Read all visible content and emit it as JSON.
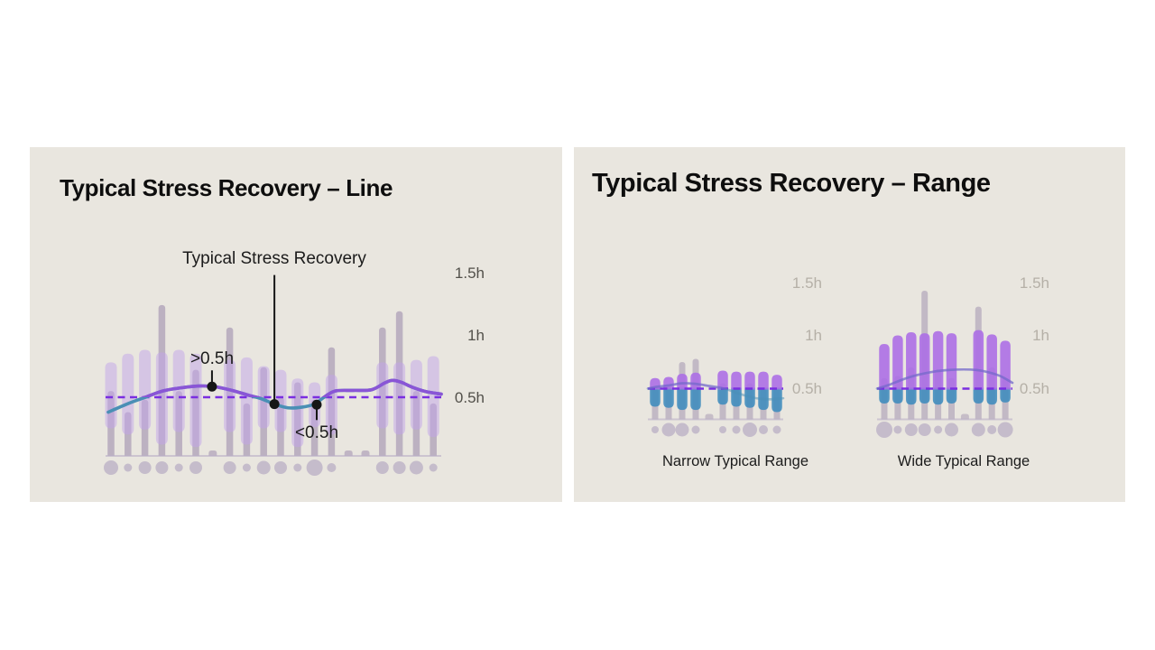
{
  "page": {
    "background": "#ffffff",
    "panel_background": "#e9e6df"
  },
  "panels": {
    "line": {
      "title": "Typical Stress Recovery – Line",
      "y_ticks": [
        "1.5h",
        "1h",
        "0.5h"
      ]
    },
    "range": {
      "title": "Typical Stress Recovery – Range",
      "narrow_caption": "Narrow Typical Range",
      "wide_caption": "Wide Typical Range",
      "y_ticks": [
        "1.5h",
        "1h",
        "0.5h"
      ]
    }
  },
  "colors": {
    "line_purple": "#8a55d6",
    "line_teal": "#4a8fb5",
    "threshold_dash": "#7a2ee0",
    "range_bar_light": "#c2a3ea",
    "daily_stem": "#8f7ba3",
    "bar_purple": "#ab6ce6",
    "bar_blue": "#3e8bbd",
    "stem_right": "#9b8cab",
    "dot": "#a291b8",
    "baseline": "#b9aec6",
    "annotation_black": "#161616"
  },
  "chart_data": [
    {
      "id": "line-chart",
      "type": "bar",
      "title": "Typical Stress Recovery – Line",
      "unit": "h",
      "y_ticks": [
        1.5,
        1.0,
        0.5
      ],
      "ylim": [
        0,
        1.6
      ],
      "threshold": 0.5,
      "threshold_label": "0.5h",
      "legend_position": "none",
      "grid": false,
      "bars": [
        {
          "range": [
            0.25,
            0.78
          ],
          "day": 0.55,
          "dot": 8
        },
        {
          "range": [
            0.2,
            0.85
          ],
          "day": 0.38,
          "dot": 4.5
        },
        {
          "range": [
            0.24,
            0.88
          ],
          "day": 0.48,
          "dot": 7
        },
        {
          "range": [
            0.12,
            0.86
          ],
          "day": 1.24,
          "dot": 7
        },
        {
          "range": [
            0.22,
            0.88
          ],
          "day": 0.55,
          "dot": 4.5
        },
        {
          "range": [
            0.1,
            0.85
          ],
          "day": 0.72,
          "dot": 7
        },
        {
          "range": null,
          "day": 0,
          "dot": 0
        },
        {
          "range": [
            0.22,
            0.8
          ],
          "day": 1.06,
          "dot": 7
        },
        {
          "range": [
            0.12,
            0.82
          ],
          "day": 0.45,
          "dot": 4.5
        },
        {
          "range": [
            0.25,
            0.75
          ],
          "day": 0.74,
          "dot": 7.5
        },
        {
          "range": [
            0.22,
            0.72
          ],
          "day": 0.5,
          "dot": 7
        },
        {
          "range": [
            0.1,
            0.65
          ],
          "day": 0.62,
          "dot": 4.5
        },
        {
          "range": [
            0.26,
            0.62
          ],
          "day": 0.48,
          "dot": 9
        },
        {
          "range": [
            0.2,
            0.68
          ],
          "day": 0.9,
          "dot": 5
        },
        {
          "range": null,
          "day": 0,
          "dot": 0
        },
        {
          "range": null,
          "day": 0,
          "dot": 0
        },
        {
          "range": [
            0.25,
            0.78
          ],
          "day": 1.06,
          "dot": 7
        },
        {
          "range": [
            0.2,
            0.78
          ],
          "day": 1.19,
          "dot": 7
        },
        {
          "range": [
            0.24,
            0.8
          ],
          "day": 0.55,
          "dot": 7.5
        },
        {
          "range": [
            0.18,
            0.83
          ],
          "day": 0.45,
          "dot": 4.5
        }
      ],
      "curve": [
        [
          0.008,
          0.38
        ],
        [
          0.068,
          0.45
        ],
        [
          0.119,
          0.5
        ],
        [
          0.17,
          0.55
        ],
        [
          0.224,
          0.575
        ],
        [
          0.278,
          0.59
        ],
        [
          0.324,
          0.585
        ],
        [
          0.376,
          0.555
        ],
        [
          0.427,
          0.515
        ],
        [
          0.462,
          0.49
        ],
        [
          0.503,
          0.445
        ],
        [
          0.543,
          0.415
        ],
        [
          0.584,
          0.42
        ],
        [
          0.622,
          0.445
        ],
        [
          0.651,
          0.5
        ],
        [
          0.684,
          0.55
        ],
        [
          0.738,
          0.555
        ],
        [
          0.792,
          0.56
        ],
        [
          0.832,
          0.615
        ],
        [
          0.854,
          0.635
        ],
        [
          0.881,
          0.62
        ],
        [
          0.914,
          0.58
        ],
        [
          0.954,
          0.545
        ],
        [
          1.0,
          0.525
        ]
      ],
      "annotations": [
        {
          "label": ">0.5h",
          "t": 0.317,
          "value": 0.585,
          "dir": "up",
          "stem": 18
        },
        {
          "label": "Typical Stress Recovery",
          "t": 0.503,
          "value": 0.445,
          "dir": "up",
          "stem": 143
        },
        {
          "label": "<0.5h",
          "t": 0.629,
          "value": 0.44,
          "dir": "down",
          "stem": 17
        }
      ]
    },
    {
      "id": "narrow-chart",
      "type": "bar",
      "title": "Narrow Typical Range",
      "unit": "h",
      "y_ticks": [
        1.5,
        1.0,
        0.5
      ],
      "ylim": [
        0,
        1.6
      ],
      "threshold": 0.5,
      "threshold_label": "0.5h",
      "grid": false,
      "bars": [
        {
          "high": 0.6,
          "low": 0.33,
          "day": 0.5,
          "dot": 4
        },
        {
          "high": 0.61,
          "low": 0.32,
          "day": 0.52,
          "dot": 7.5
        },
        {
          "high": 0.64,
          "low": 0.3,
          "day": 0.75,
          "dot": 7.5
        },
        {
          "high": 0.65,
          "low": 0.3,
          "day": 0.78,
          "dot": 4.5
        },
        {
          "high": null,
          "low": null,
          "day": 0,
          "dot": 0
        },
        {
          "high": 0.67,
          "low": 0.35,
          "day": 0.55,
          "dot": 4
        },
        {
          "high": 0.66,
          "low": 0.33,
          "day": 0.5,
          "dot": 4.5
        },
        {
          "high": 0.66,
          "low": 0.32,
          "day": 0.55,
          "dot": 8
        },
        {
          "high": 0.66,
          "low": 0.3,
          "day": 0.5,
          "dot": 5
        },
        {
          "high": 0.63,
          "low": 0.28,
          "day": 0.5,
          "dot": 4.5
        }
      ],
      "curve": [
        [
          0.0,
          0.5
        ],
        [
          0.053,
          0.515
        ],
        [
          0.153,
          0.53
        ],
        [
          0.253,
          0.55
        ],
        [
          0.353,
          0.545
        ],
        [
          0.453,
          0.525
        ],
        [
          0.547,
          0.505
        ],
        [
          0.627,
          0.475
        ],
        [
          0.707,
          0.44
        ],
        [
          0.8,
          0.41
        ],
        [
          0.893,
          0.4
        ],
        [
          1.0,
          0.41
        ]
      ],
      "annotations": []
    },
    {
      "id": "wide-chart",
      "type": "bar",
      "title": "Wide Typical Range",
      "unit": "h",
      "y_ticks": [
        1.5,
        1.0,
        0.5
      ],
      "ylim": [
        0,
        1.6
      ],
      "threshold": 0.5,
      "threshold_label": "0.5h",
      "grid": false,
      "bars": [
        {
          "high": 0.92,
          "low": 0.36,
          "day": 0.6,
          "dot": 9
        },
        {
          "high": 1.0,
          "low": 0.36,
          "day": 0.62,
          "dot": 4.5
        },
        {
          "high": 1.03,
          "low": 0.35,
          "day": 0.7,
          "dot": 7
        },
        {
          "high": 1.02,
          "low": 0.36,
          "day": 1.42,
          "dot": 7
        },
        {
          "high": 1.04,
          "low": 0.35,
          "day": 0.68,
          "dot": 4.5
        },
        {
          "high": 1.02,
          "low": 0.36,
          "day": 0.6,
          "dot": 7.5
        },
        {
          "high": null,
          "low": null,
          "day": 0,
          "dot": 0
        },
        {
          "high": 1.05,
          "low": 0.36,
          "day": 1.27,
          "dot": 7.5
        },
        {
          "high": 1.01,
          "low": 0.35,
          "day": 0.7,
          "dot": 5
        },
        {
          "high": 0.95,
          "low": 0.37,
          "day": 0.6,
          "dot": 8.5
        }
      ],
      "curve": [
        [
          0.0,
          0.5
        ],
        [
          0.087,
          0.535
        ],
        [
          0.187,
          0.585
        ],
        [
          0.287,
          0.625
        ],
        [
          0.42,
          0.66
        ],
        [
          0.533,
          0.675
        ],
        [
          0.64,
          0.68
        ],
        [
          0.733,
          0.675
        ],
        [
          0.82,
          0.655
        ],
        [
          0.907,
          0.62
        ],
        [
          1.0,
          0.555
        ]
      ],
      "annotations": []
    }
  ]
}
